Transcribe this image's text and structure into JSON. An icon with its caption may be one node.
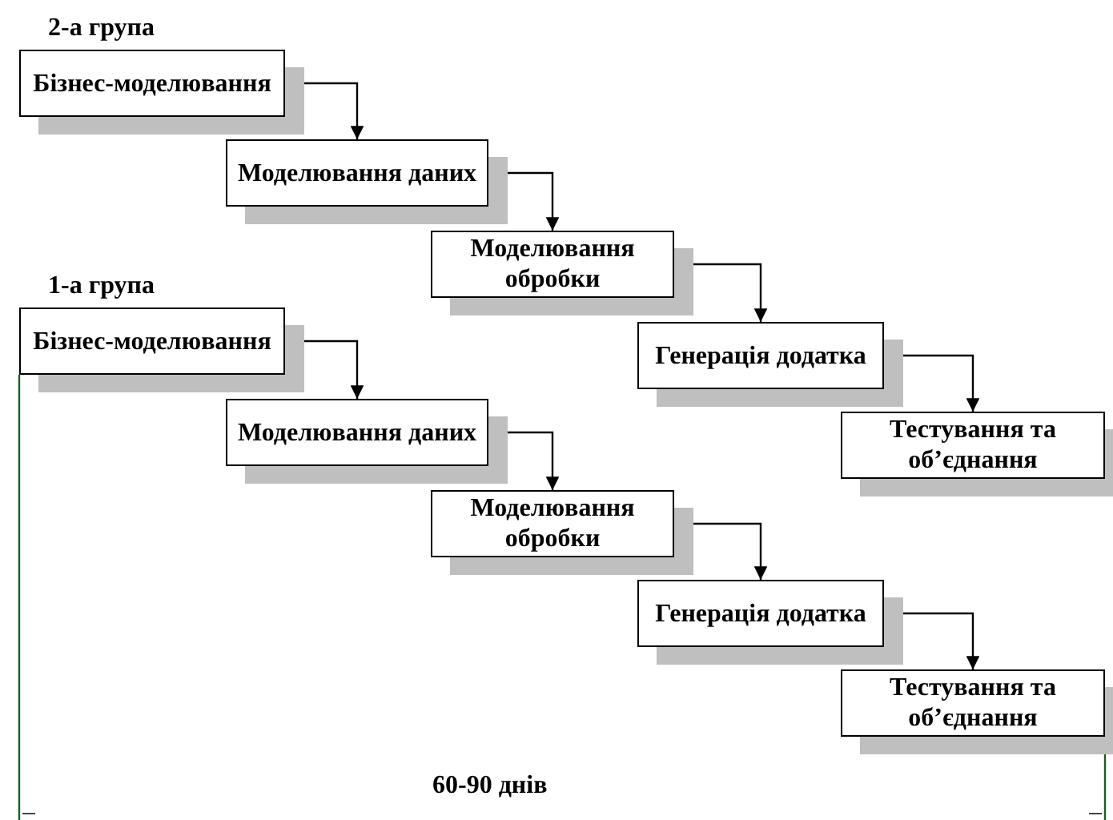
{
  "diagram": {
    "nodes": [
      {
        "text": [
          "Бізнес-моделювання"
        ]
      },
      {
        "text": [
          "Моделювання даних"
        ]
      },
      {
        "text": [
          "Моделювання обробки"
        ]
      },
      {
        "text": [
          "Генерація додатка"
        ]
      },
      {
        "text": [
          "Тестування та об’єднання"
        ]
      },
      {
        "text": [
          "Бізнес-моделювання"
        ]
      },
      {
        "text": [
          "Моделювання даних"
        ]
      },
      {
        "text": [
          "Моделювання обробки"
        ]
      },
      {
        "text": [
          "Генерація додатка"
        ]
      },
      {
        "text": [
          "Тестування та об’єднання"
        ]
      }
    ],
    "edges": [
      {
        "from": 0,
        "to": 1,
        "arrow": "to"
      },
      {
        "from": 1,
        "to": 2,
        "arrow": "to"
      },
      {
        "from": 2,
        "to": 3,
        "arrow": "to"
      },
      {
        "from": 3,
        "to": 4,
        "arrow": "to"
      },
      {
        "from": 5,
        "to": 6,
        "arrow": "to"
      },
      {
        "from": 6,
        "to": 7,
        "arrow": "to"
      },
      {
        "from": 7,
        "to": 8,
        "arrow": "to"
      },
      {
        "from": 8,
        "to": 9,
        "arrow": "to"
      }
    ],
    "labels": [
      "2-а група",
      "1-а група",
      "60-90 днів"
    ]
  }
}
